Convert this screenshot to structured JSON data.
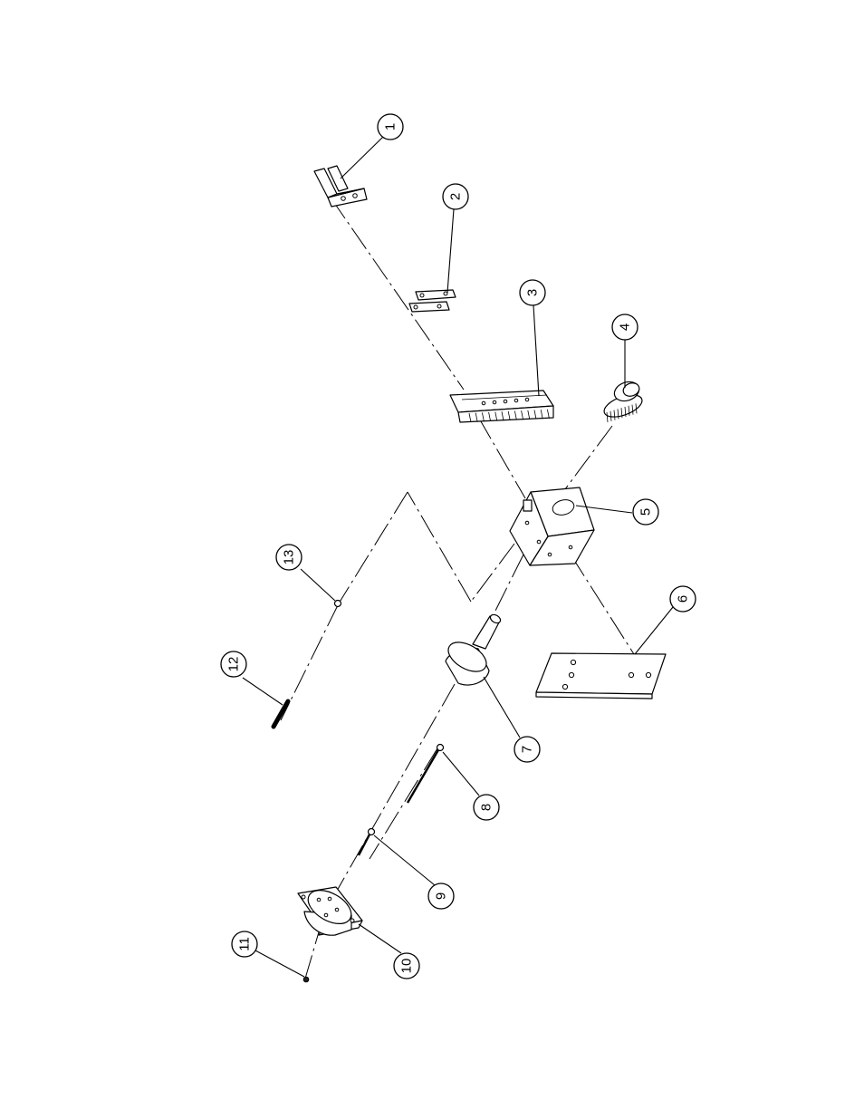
{
  "balloons": [
    {
      "id": "1"
    },
    {
      "id": "2"
    },
    {
      "id": "3"
    },
    {
      "id": "4"
    },
    {
      "id": "5"
    },
    {
      "id": "6"
    },
    {
      "id": "7"
    },
    {
      "id": "8"
    },
    {
      "id": "9"
    },
    {
      "id": "10"
    },
    {
      "id": "11"
    },
    {
      "id": "12"
    },
    {
      "id": "13"
    }
  ]
}
